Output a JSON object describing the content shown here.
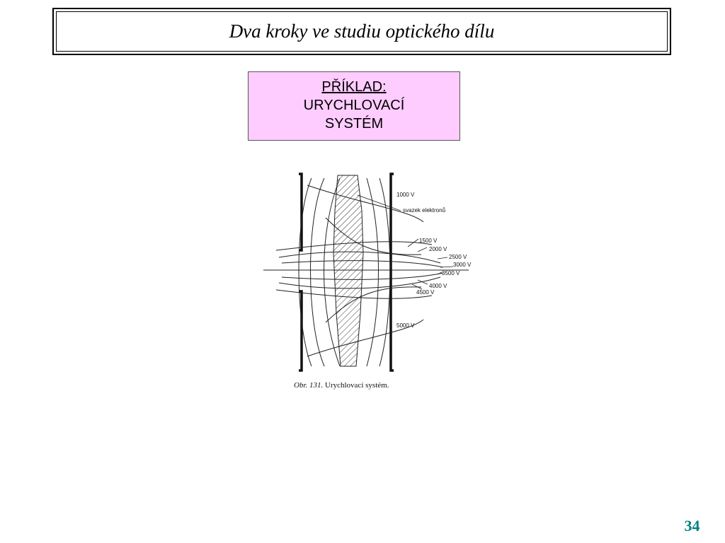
{
  "slide": {
    "title": "Dva kroky ve studiu optického dílu",
    "page_number": "34",
    "accent_color": "#008080"
  },
  "example": {
    "heading": "PŘÍKLAD:",
    "line1": "URYCHLOVACÍ",
    "line2": "SYSTÉM",
    "background": "#ffccff"
  },
  "figure": {
    "labels": {
      "v1000": "1000 V",
      "beam": "svazek elektronů",
      "v1500": "1500 V",
      "v2000": "2000 V",
      "v2500": "2500 V",
      "v3000": "3000 V",
      "v3500": "3500 V",
      "v4000": "4000 V",
      "v4500": "4500 V",
      "v5000": "5000 V"
    },
    "caption_prefix": "Obr. 131.",
    "caption_text": " Urychlovací systém."
  }
}
